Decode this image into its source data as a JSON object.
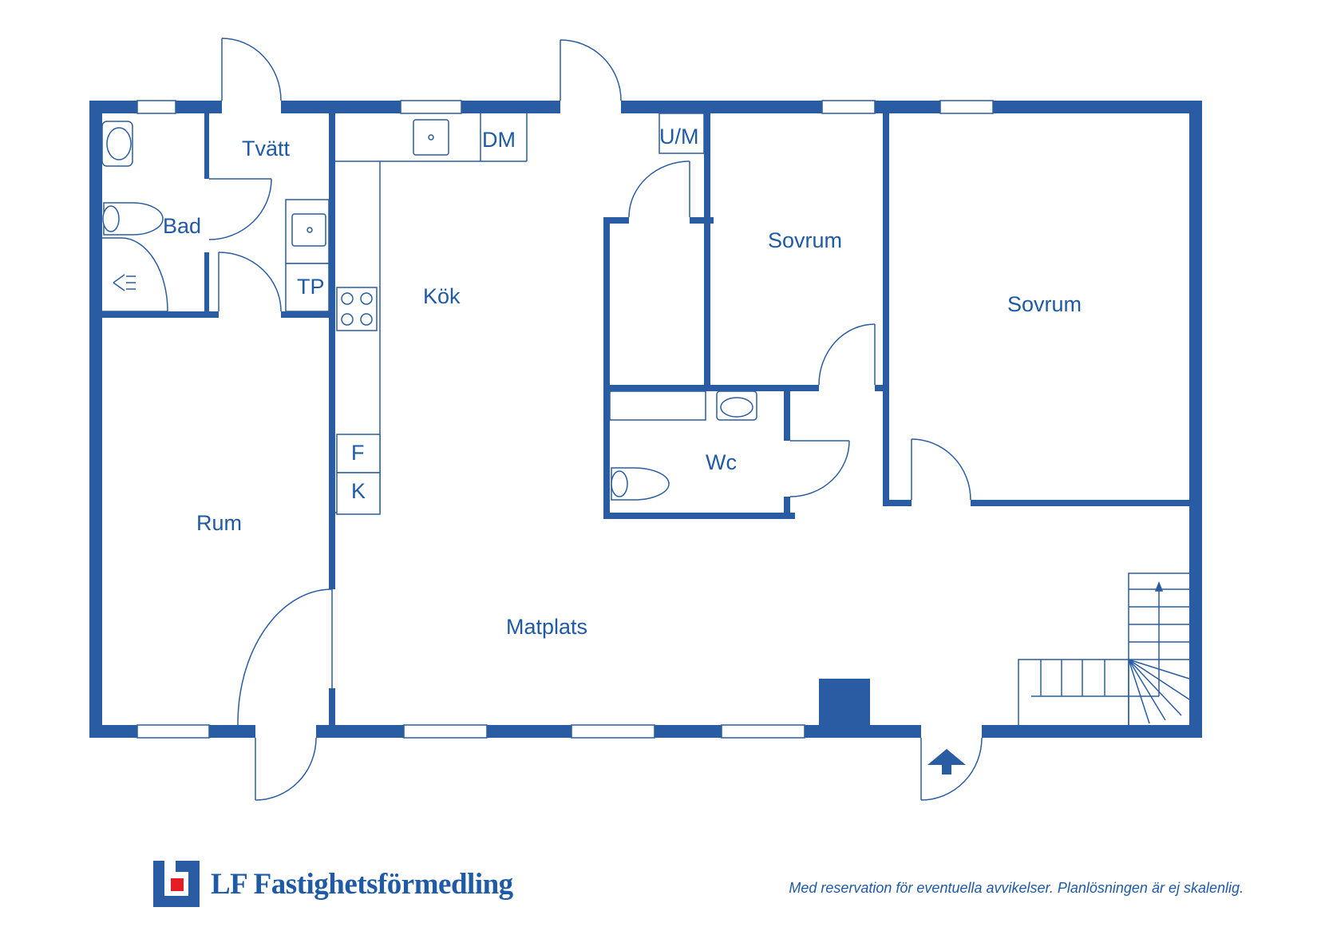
{
  "colors": {
    "wall": "#2a5ca4",
    "line": "#2a5ca4",
    "logo_red": "#e31e24"
  },
  "rooms": {
    "tvatt": "Tvätt",
    "bad": "Bad",
    "kok": "Kök",
    "sovrum1": "Sovrum",
    "sovrum2": "Sovrum",
    "wc": "Wc",
    "rum": "Rum",
    "matplats": "Matplats"
  },
  "fixtures": {
    "dm": "DM",
    "um": "U/M",
    "tp": "TP",
    "f": "F",
    "k": "K"
  },
  "footer": {
    "brand": "LF Fastighetsförmedling",
    "disclaimer": "Med reservation för eventuella avvikelser. Planlösningen är ej skalenlig."
  }
}
